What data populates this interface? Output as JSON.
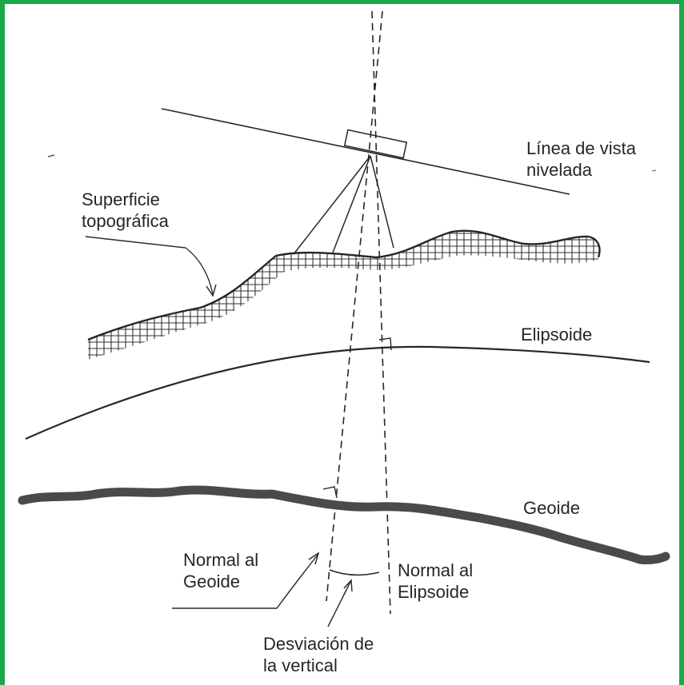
{
  "labels": {
    "linea_vista": [
      "Línea de vista",
      "nivelada"
    ],
    "superficie": [
      "Superficie",
      "topográfica"
    ],
    "elipsoide": "Elipsoide",
    "geoide": "Geoide",
    "normal_geoide": [
      "Normal al",
      "Geoide"
    ],
    "normal_elipsoide": [
      "Normal al",
      "Elipsoide"
    ],
    "desviacion": [
      "Desviación de",
      "la vertical"
    ]
  },
  "colors": {
    "frame": "#1aa84a",
    "ink": "#262626",
    "geoid": "#4a4a4a"
  }
}
